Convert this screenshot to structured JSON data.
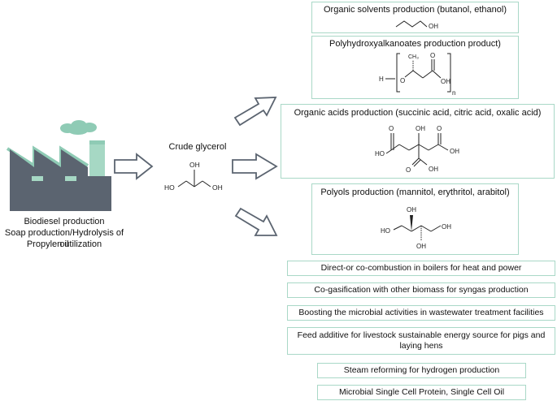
{
  "factory": {
    "labels": [
      "Biodiesel production",
      "Soap production/Hydrolysis of oil",
      "Propylen utilization"
    ]
  },
  "crude_glycerol": {
    "title": "Crude glycerol",
    "atoms": [
      "OH",
      "HO",
      "OH"
    ]
  },
  "chem_boxes": [
    {
      "title": "Organic solvents production (butanol, ethanol)",
      "atoms": [
        "OH"
      ]
    },
    {
      "title": "Polyhydroxyalkanoates production product)",
      "atoms": [
        "H",
        "O",
        "CH₃",
        "O",
        "OH",
        "n"
      ]
    },
    {
      "title": "Organic acids production (succinic acid, citric acid, oxalic acid)",
      "atoms": [
        "O",
        "OH",
        "O",
        "HO",
        "OH",
        "O",
        "OH"
      ]
    },
    {
      "title": "Polyols production (mannitol, erythritol, arabitol)",
      "atoms": [
        "OH",
        "HO",
        "OH",
        "OH"
      ]
    }
  ],
  "applications": [
    "Direct-or co-combustion in boilers for heat and power",
    "Co-gasification with other biomass for syngas production",
    "Boosting the microbial activities in wastewater treatment facilities",
    "Feed additive for livestock sustainable energy source for pigs and laying hens",
    "Steam reforming for hydrogen production",
    "Microbial Single Cell Protein, Single Cell Oil"
  ],
  "colors": {
    "box_border": "#a9d8c7",
    "factory_body": "#5b6470",
    "factory_roof": "#8fcbb5",
    "chimney": "#a6d8c4",
    "smoke": "#8fcbb5",
    "windows": "#a6d8c4",
    "arrow_stroke": "#5b6470"
  }
}
